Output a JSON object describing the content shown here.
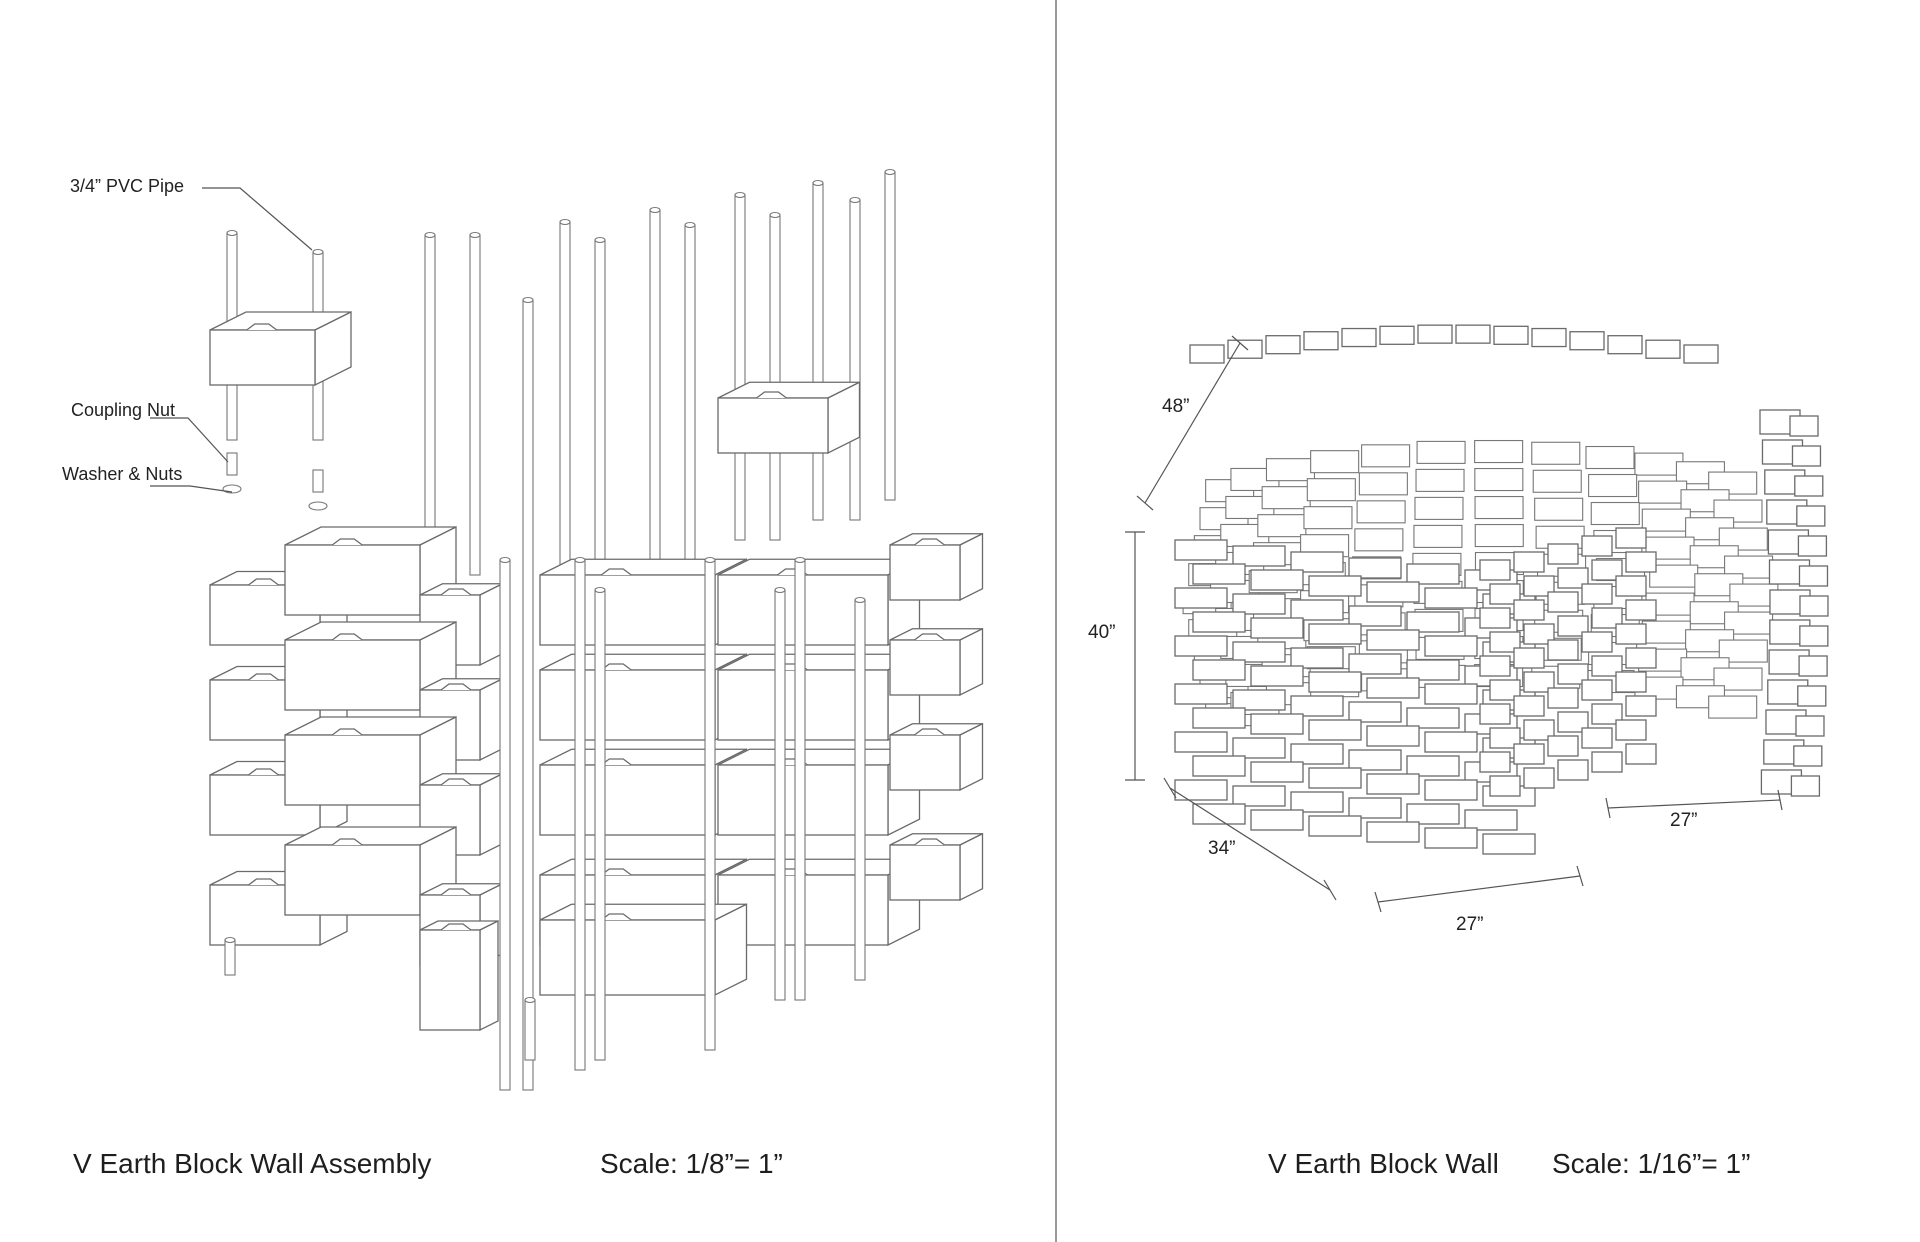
{
  "left_panel": {
    "callouts": {
      "pvc_pipe": "3/4” PVC Pipe",
      "coupling_nut": "Coupling Nut",
      "washer_nuts": "Washer & Nuts"
    },
    "title": "V Earth Block Wall Assembly",
    "scale": "Scale: 1/8”= 1”"
  },
  "right_panel": {
    "dimensions": {
      "d48": "48”",
      "d40": "40”",
      "d34": "34”",
      "d27_front": "27”",
      "d27_side": "27”"
    },
    "title": "V Earth Block Wall",
    "scale": "Scale: 1/16”= 1”"
  }
}
